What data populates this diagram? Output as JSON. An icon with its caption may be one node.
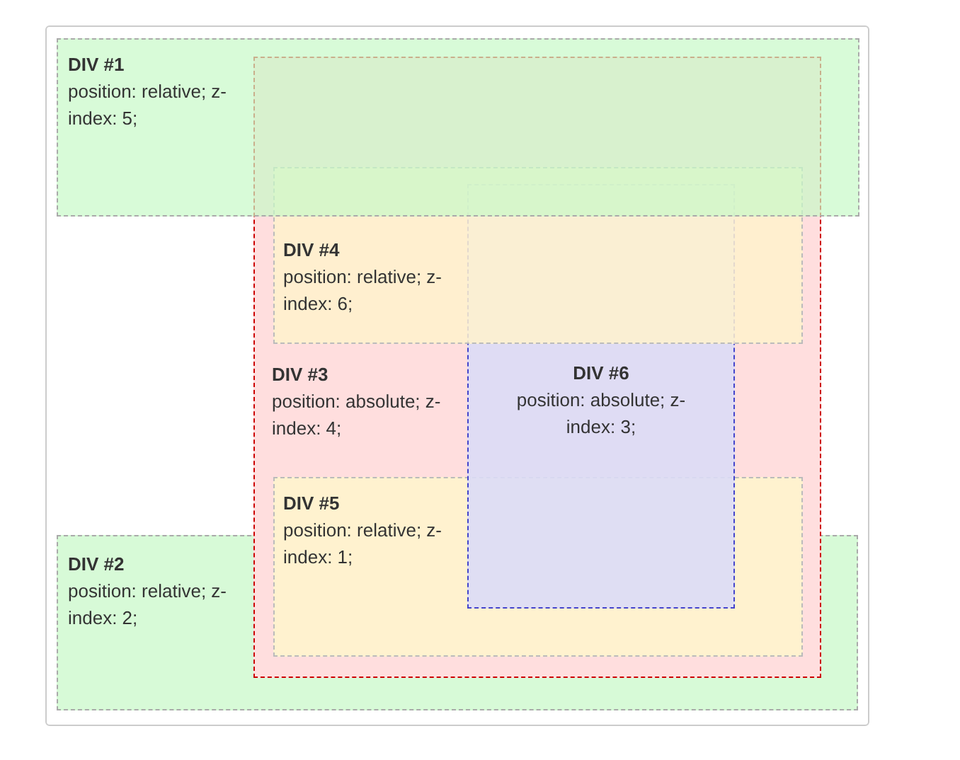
{
  "diagram": {
    "nodes": [
      {
        "text": [
          "DIV #1",
          "position: relative; z-index: 5;"
        ]
      },
      {
        "text": [
          "DIV #3",
          "position: absolute; z-index: 4;"
        ]
      },
      {
        "text": [
          "DIV #4",
          "position: relative; z-index: 6;"
        ],
        "in": 1
      },
      {
        "text": [
          "DIV #6",
          "position: absolute; z-index: 3;"
        ],
        "in": 1
      },
      {
        "text": [
          "DIV #5",
          "position: relative; z-index: 1;"
        ],
        "in": 1
      },
      {
        "text": [
          "DIV #2",
          "position: relative; z-index: 2;"
        ]
      }
    ]
  }
}
